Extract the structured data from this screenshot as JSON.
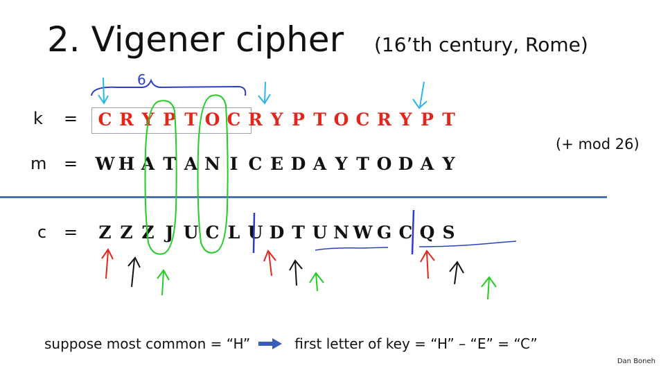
{
  "title": "2.  Vigener cipher",
  "subtitle": "(16’th century,  Rome)",
  "annotation_six": "6",
  "rows": {
    "k": {
      "label": "k",
      "eq": "=",
      "letters": [
        "C",
        "R",
        "Y",
        "P",
        "T",
        "O",
        "C",
        "R",
        "Y",
        "P",
        "T",
        "O",
        "C",
        "R",
        "Y",
        "P",
        "T"
      ]
    },
    "m": {
      "label": "m",
      "eq": "=",
      "letters": [
        "W",
        "H",
        "A",
        "T",
        "A",
        "N",
        "I",
        "C",
        "E",
        "D",
        "A",
        "Y",
        "T",
        "O",
        "D",
        "A",
        "Y"
      ]
    },
    "c": {
      "label": "c",
      "eq": "=",
      "letters": [
        "Z",
        "Z",
        "Z",
        "J",
        "U",
        "C",
        "L",
        "U",
        "D",
        "T",
        "U",
        "N",
        "W",
        "G",
        "C",
        "Q",
        "S"
      ]
    }
  },
  "mod_note": "(+ mod 26)",
  "footer": {
    "left": "suppose most common = “H”",
    "right": "first letter of key = “H” – “E” = “C”"
  },
  "credit": "Dan Boneh",
  "colors": {
    "key_red": "#e3261b",
    "ink_blue": "#2b3fc4",
    "cyan": "#29b6e8",
    "green": "#22cc22",
    "black": "#111111",
    "divider": "#4a6fb5"
  }
}
